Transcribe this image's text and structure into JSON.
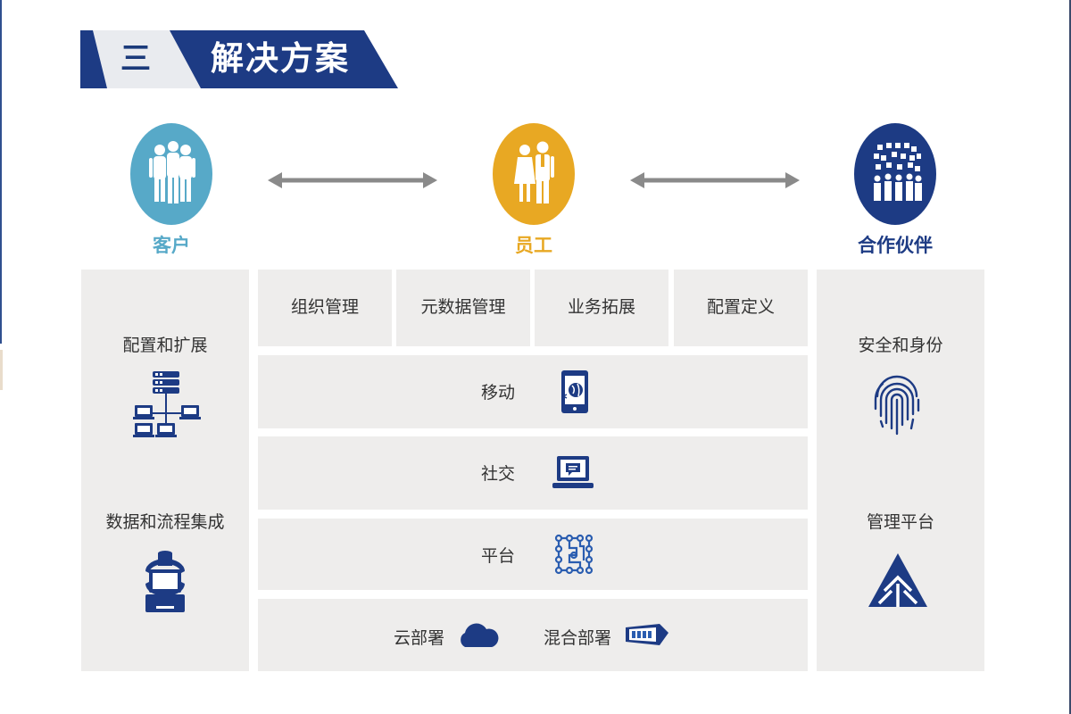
{
  "header": {
    "number": "三",
    "title": "解决方案"
  },
  "roles": [
    {
      "id": "customer",
      "label": "客户",
      "color": "#57a9c8"
    },
    {
      "id": "employee",
      "label": "员工",
      "color": "#e8a823"
    },
    {
      "id": "partner",
      "label": "合作伙伴",
      "color": "#1d3b84"
    }
  ],
  "left_panel": {
    "items": [
      "配置和扩展",
      "数据和流程集成"
    ]
  },
  "top_cells": [
    "组织管理",
    "元数据管理",
    "业务拓展",
    "配置定义"
  ],
  "rows": [
    {
      "label": "移动",
      "icon": "mobile-globe-icon"
    },
    {
      "label": "社交",
      "icon": "laptop-chat-icon"
    },
    {
      "label": "平台",
      "icon": "circuit-icon"
    }
  ],
  "deploy": {
    "cloud_label": "云部署",
    "hybrid_label": "混合部署"
  },
  "right_panel": {
    "items": [
      "安全和身份",
      "管理平台"
    ]
  },
  "colors": {
    "accent": "#1d3b84",
    "panel": "#eeedec",
    "arrow": "#8a8a8a"
  }
}
